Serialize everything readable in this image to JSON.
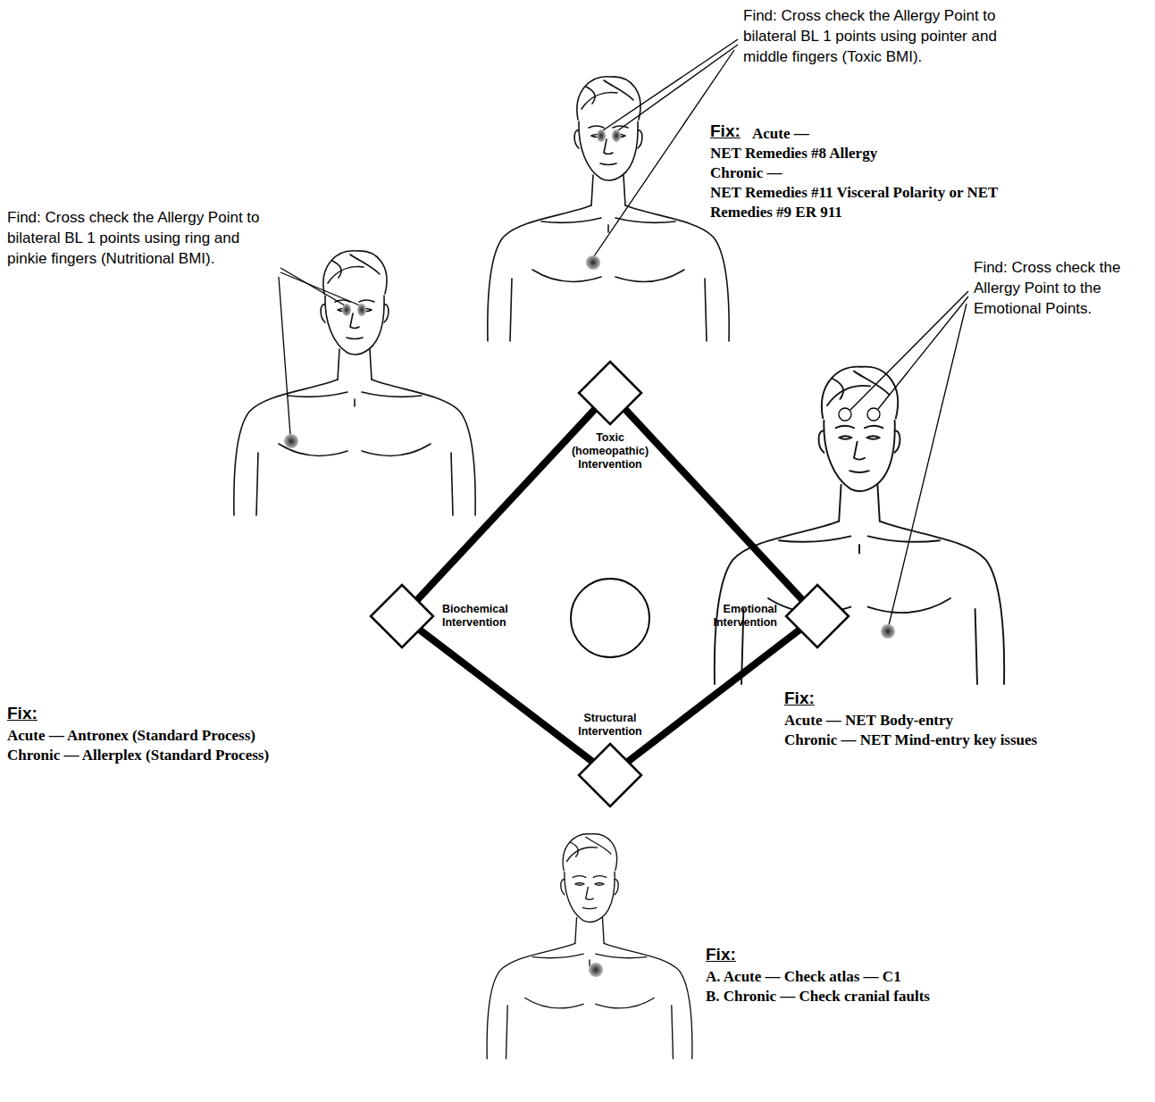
{
  "diagram": {
    "nodes": [
      {
        "text": [
          "Toxic (homeopathic) Intervention"
        ]
      },
      {
        "text": [
          "Biochemical Intervention"
        ]
      },
      {
        "text": [
          "Emotional Intervention"
        ]
      },
      {
        "text": [
          "Structural Intervention"
        ]
      }
    ],
    "edges": [
      {
        "from": 0,
        "to": 1,
        "arrow": "none"
      },
      {
        "from": 0,
        "to": 2,
        "arrow": "none"
      },
      {
        "from": 1,
        "to": 3,
        "arrow": "none"
      },
      {
        "from": 2,
        "to": 3,
        "arrow": "none"
      }
    ],
    "labels": [
      "Find: Cross check the Allergy Point to bilateral BL 1 points using pointer and middle fingers (Toxic BMI).",
      "Fix:",
      "Acute —",
      "NET Remedies #8 Allergy",
      "Chronic —",
      "NET Remedies #11 Visceral Polarity or NET Remedies #9 ER 911",
      "Find: Cross check the Allergy Point to bilateral BL 1 points using ring and pinkie fingers (Nutritional BMI).",
      "Fix:",
      "Acute — Antronex (Standard Process)",
      "Chronic — Allerplex (Standard Process)",
      "Find: Cross check the Allergy Point to the Emotional Points.",
      "Fix:",
      "Acute — NET Body-entry",
      "Chronic — NET Mind-entry key issues",
      "Fix:",
      "A. Acute — Check atlas — C1",
      "B. Chronic — Check cranial faults"
    ]
  }
}
